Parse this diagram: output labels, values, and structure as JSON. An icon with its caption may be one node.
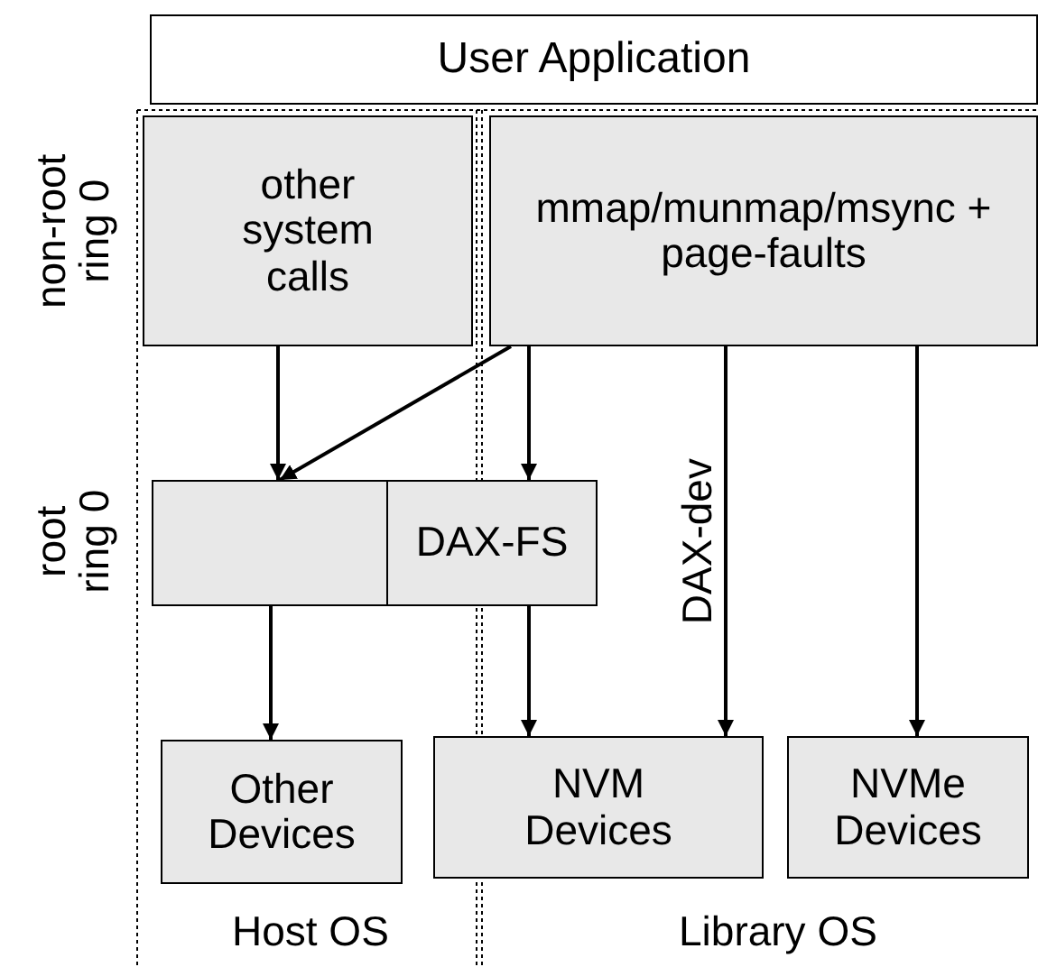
{
  "diagram": {
    "nodes": [
      {
        "text": [
          "User Application"
        ]
      },
      {
        "text": [
          "other system calls"
        ]
      },
      {
        "text": [
          "mmap/munmap/msync + page-faults"
        ]
      },
      {
        "text": [],
        "shape": "box"
      },
      {
        "text": [
          "DAX-FS"
        ]
      },
      {
        "text": [
          "Other Devices"
        ]
      },
      {
        "text": [
          "NVM Devices"
        ]
      },
      {
        "text": [
          "NVMe Devices"
        ]
      }
    ],
    "edges": [
      {
        "from": 1,
        "to": 3,
        "arrow": "to"
      },
      {
        "from": 2,
        "to": 3,
        "arrow": "to"
      },
      {
        "from": 2,
        "to": 4,
        "arrow": "to"
      },
      {
        "from": 2,
        "to": 6,
        "arrow": "to",
        "label": "DAX-dev"
      },
      {
        "from": 2,
        "to": 7,
        "arrow": "to"
      },
      {
        "from": 3,
        "to": 5,
        "arrow": "to"
      },
      {
        "from": 4,
        "to": 6,
        "arrow": "to"
      }
    ],
    "labels": [
      "non-root ring 0",
      "root ring 0",
      "Host OS",
      "Library OS"
    ]
  }
}
